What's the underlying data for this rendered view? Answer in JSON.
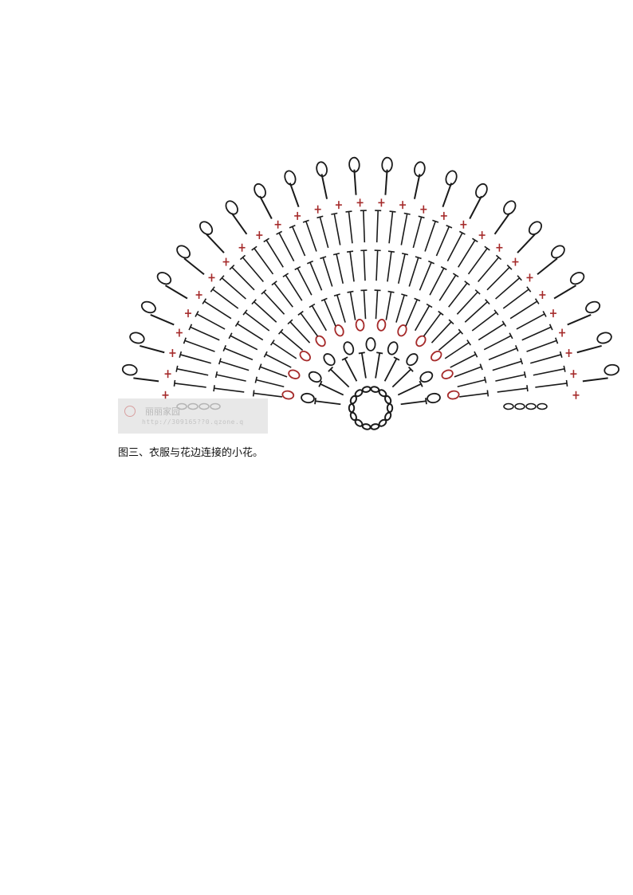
{
  "caption": "图三、衣服与花边连接的小花。",
  "watermark": {
    "name": "丽丽家园",
    "url": "http://309165??0.qzone.q"
  },
  "colors": {
    "stitch_dark": "#1a1a1a",
    "stitch_red": "#a52a2a",
    "background": "#ffffff"
  }
}
